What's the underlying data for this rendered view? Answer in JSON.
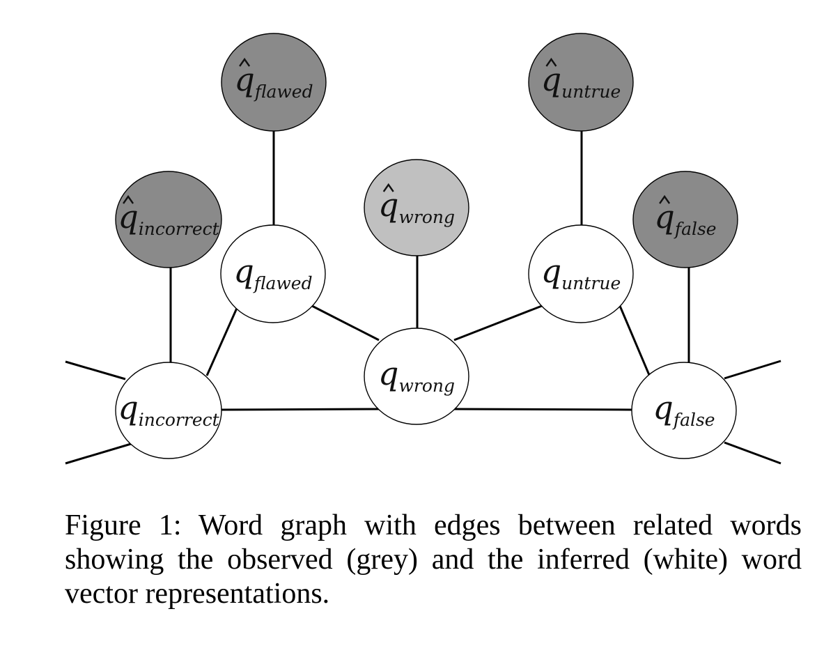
{
  "figure": {
    "caption": "Figure 1: Word graph with edges between related words showing the observed (grey) and the inferred (white) word vector representations.",
    "colors": {
      "observed_dark": "#8a8a8a",
      "observed_light": "#c0c0c0",
      "inferred": "#ffffff",
      "edge": "#000000"
    },
    "nodes": [
      {
        "id": "q_incorrect",
        "symbol": "q",
        "subscript": "incorrect",
        "hat": false,
        "fill": "inferred"
      },
      {
        "id": "q_flawed",
        "symbol": "q",
        "subscript": "flawed",
        "hat": false,
        "fill": "inferred"
      },
      {
        "id": "q_wrong",
        "symbol": "q",
        "subscript": "wrong",
        "hat": false,
        "fill": "inferred"
      },
      {
        "id": "q_untrue",
        "symbol": "q",
        "subscript": "untrue",
        "hat": false,
        "fill": "inferred"
      },
      {
        "id": "q_false",
        "symbol": "q",
        "subscript": "false",
        "hat": false,
        "fill": "inferred"
      },
      {
        "id": "qhat_incorrect",
        "symbol": "q",
        "subscript": "incorrect",
        "hat": true,
        "fill": "observed_dark"
      },
      {
        "id": "qhat_flawed",
        "symbol": "q",
        "subscript": "flawed",
        "hat": true,
        "fill": "observed_dark"
      },
      {
        "id": "qhat_wrong",
        "symbol": "q",
        "subscript": "wrong",
        "hat": true,
        "fill": "observed_light"
      },
      {
        "id": "qhat_untrue",
        "symbol": "q",
        "subscript": "untrue",
        "hat": true,
        "fill": "observed_dark"
      },
      {
        "id": "qhat_false",
        "symbol": "q",
        "subscript": "false",
        "hat": true,
        "fill": "observed_dark"
      }
    ],
    "edges": [
      [
        "q_incorrect",
        "q_flawed"
      ],
      [
        "q_incorrect",
        "q_wrong"
      ],
      [
        "q_flawed",
        "q_wrong"
      ],
      [
        "q_wrong",
        "q_untrue"
      ],
      [
        "q_wrong",
        "q_false"
      ],
      [
        "q_untrue",
        "q_false"
      ],
      [
        "qhat_incorrect",
        "q_incorrect"
      ],
      [
        "qhat_flawed",
        "q_flawed"
      ],
      [
        "qhat_wrong",
        "q_wrong"
      ],
      [
        "qhat_untrue",
        "q_untrue"
      ],
      [
        "qhat_false",
        "q_false"
      ]
    ],
    "dangling_edges": [
      {
        "node": "q_incorrect",
        "direction": "upper-left"
      },
      {
        "node": "q_incorrect",
        "direction": "lower-left"
      },
      {
        "node": "q_false",
        "direction": "upper-right"
      },
      {
        "node": "q_false",
        "direction": "lower-right"
      }
    ]
  }
}
